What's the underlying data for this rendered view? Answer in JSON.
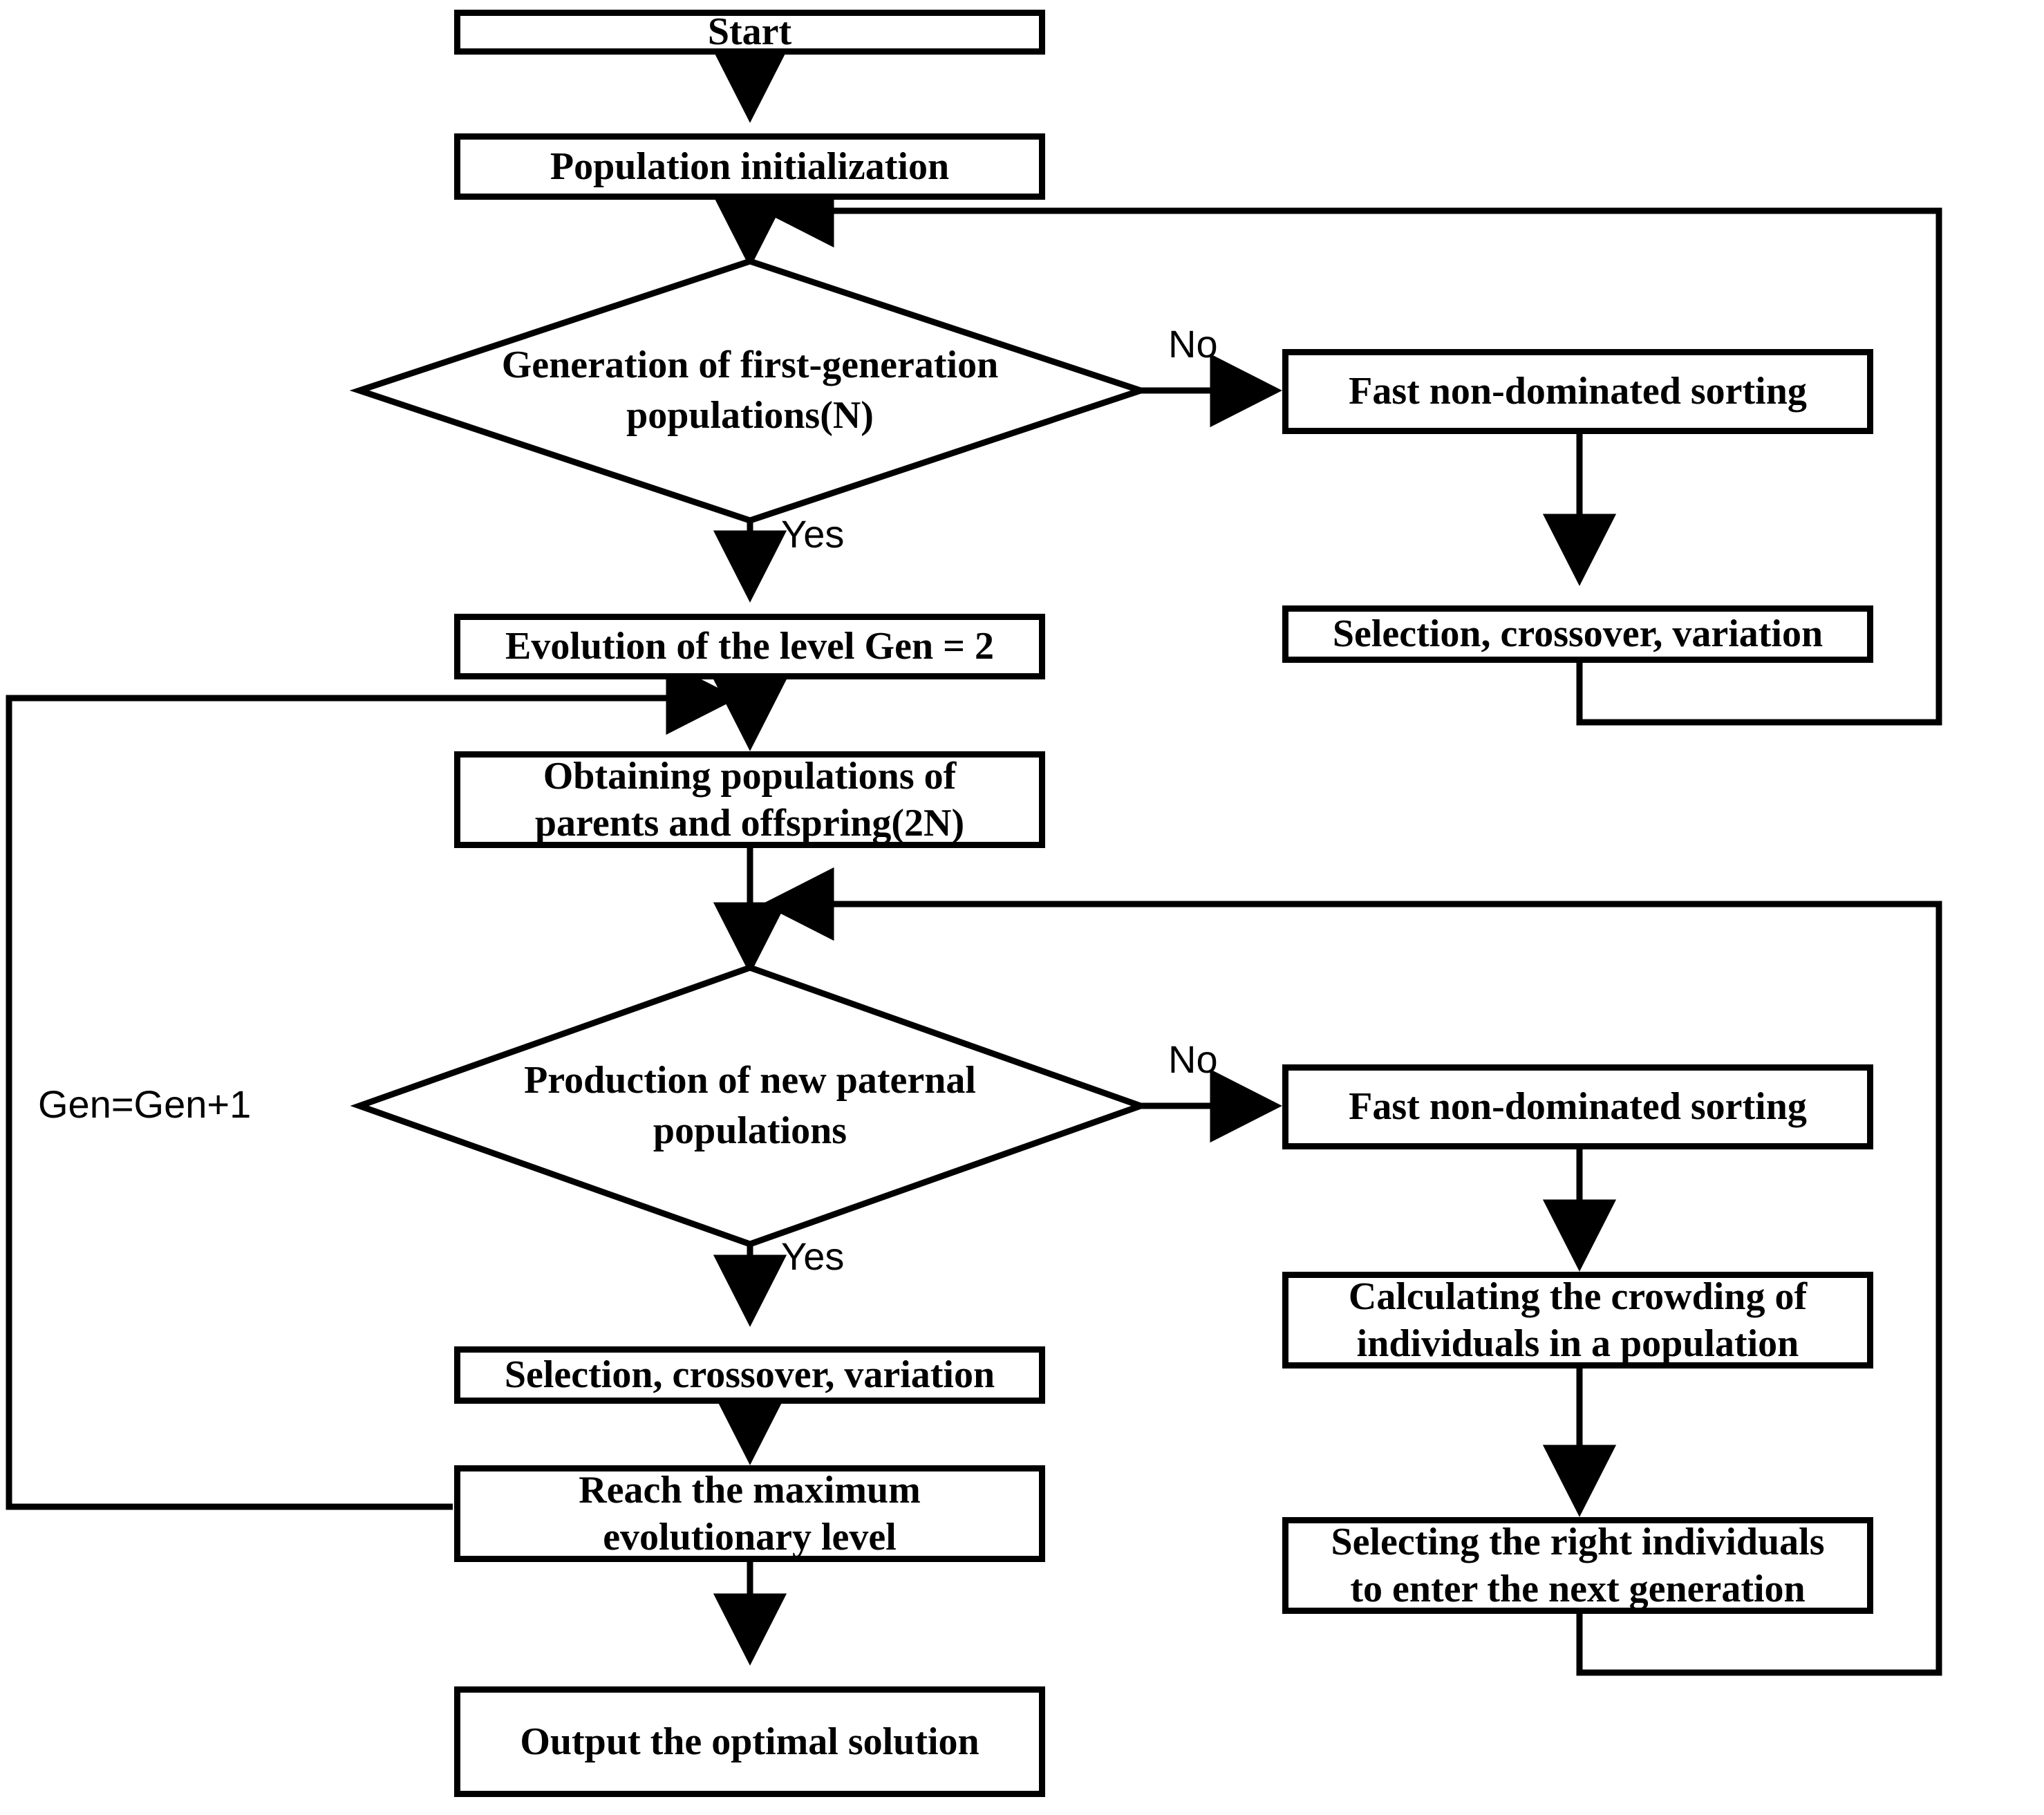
{
  "diagram": {
    "type": "flowchart",
    "title": "NSGA-II multi-objective genetic algorithm flowchart",
    "colors": {
      "stroke": "#000000",
      "fill": "#ffffff",
      "text": "#000000"
    },
    "nodes": {
      "start": {
        "shape": "process",
        "label": "Start"
      },
      "population_initialization": {
        "shape": "process",
        "label": "Population initialization"
      },
      "first_generation": {
        "shape": "decision",
        "line1": "Generation of first-generation",
        "line2": "populations(N)"
      },
      "fast_sorting_1": {
        "shape": "process",
        "label": "Fast non-dominated sorting"
      },
      "selection_crossover_variation_1": {
        "shape": "process",
        "label": "Selection, crossover, variation"
      },
      "evolution_level": {
        "shape": "process",
        "label": "Evolution of the level Gen = 2"
      },
      "obtaining_populations": {
        "shape": "process",
        "line1": "Obtaining populations of",
        "line2": "parents and offspring(2N)"
      },
      "new_paternal": {
        "shape": "decision",
        "line1": "Production of new paternal",
        "line2": "populations"
      },
      "fast_sorting_2": {
        "shape": "process",
        "label": "Fast non-dominated sorting"
      },
      "crowding": {
        "shape": "process",
        "line1": "Calculating the crowding of",
        "line2": "individuals in a population"
      },
      "selecting_individuals": {
        "shape": "process",
        "line1": "Selecting the right individuals",
        "line2": "to enter the next generation"
      },
      "selection_crossover_variation_2": {
        "shape": "process",
        "label": "Selection, crossover, variation"
      },
      "max_level": {
        "shape": "process",
        "line1": "Reach the maximum",
        "line2": "evolutionary level"
      },
      "output": {
        "shape": "process",
        "label": "Output the optimal solution"
      }
    },
    "edge_labels": {
      "no_1": "No",
      "yes_1": "Yes",
      "no_2": "No",
      "yes_2": "Yes",
      "gen_increment": "Gen=Gen+1"
    }
  }
}
